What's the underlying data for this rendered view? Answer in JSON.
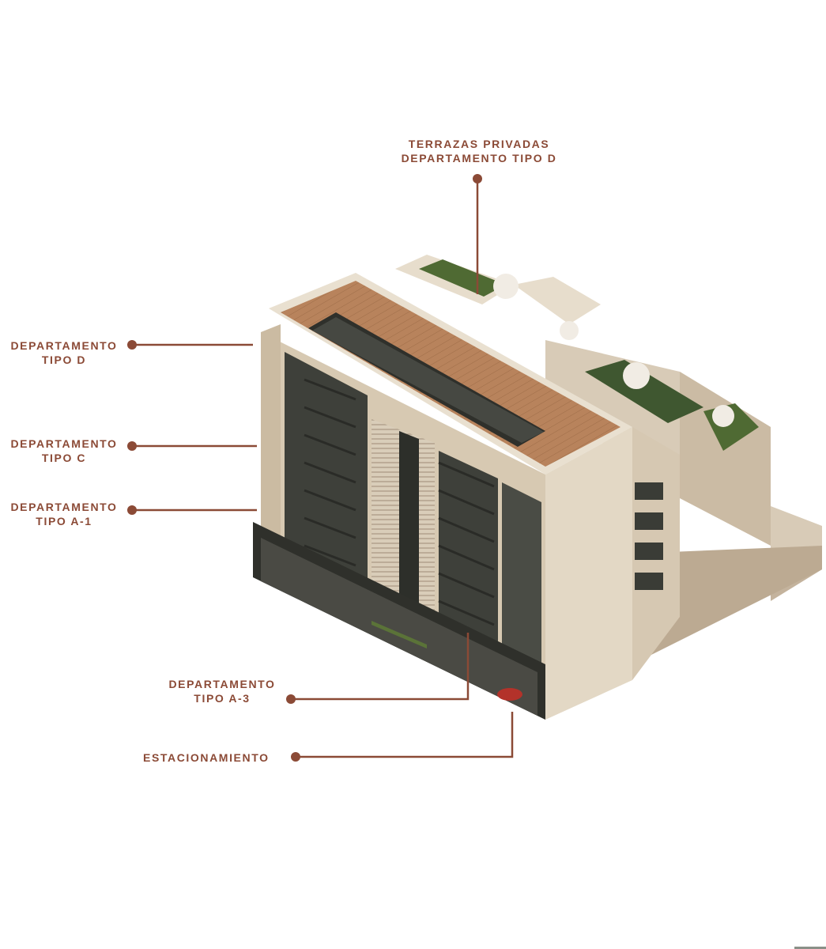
{
  "annotations": {
    "terrazas": {
      "line1": "TERRAZAS PRIVADAS",
      "line2": "DEPARTAMENTO TIPO D"
    },
    "tipo_d": {
      "line1": "DEPARTAMENTO",
      "line2": "TIPO D"
    },
    "tipo_c": {
      "line1": "DEPARTAMENTO",
      "line2": "TIPO C"
    },
    "tipo_a1": {
      "line1": "DEPARTAMENTO",
      "line2": "TIPO A-1"
    },
    "tipo_a3": {
      "line1": "DEPARTAMENTO",
      "line2": "TIPO A-3"
    },
    "estacionamiento": {
      "line1": "ESTACIONAMIENTO"
    }
  },
  "colors": {
    "accent": "#8b4a36",
    "roof": "#b27e58",
    "wall_light": "#e4d9c8",
    "wall_shadow": "#c6b39b",
    "glass": "#3a3c36",
    "planting": "#4f6a33"
  }
}
